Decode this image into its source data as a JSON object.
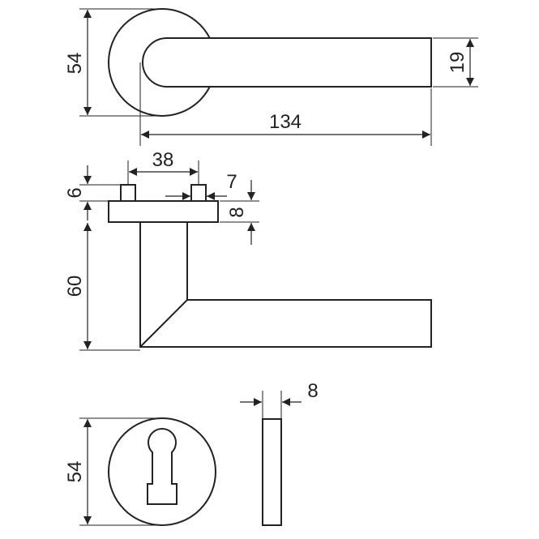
{
  "dimensions": {
    "rose_top_diameter": "54",
    "lever_thickness": "19",
    "lever_length": "134",
    "pin_spacing": "38",
    "pin_height": "6",
    "pin_width": "7",
    "rose_height": "8",
    "lever_drop": "60",
    "escutcheon_diameter": "54",
    "escutcheon_thickness": "8"
  }
}
